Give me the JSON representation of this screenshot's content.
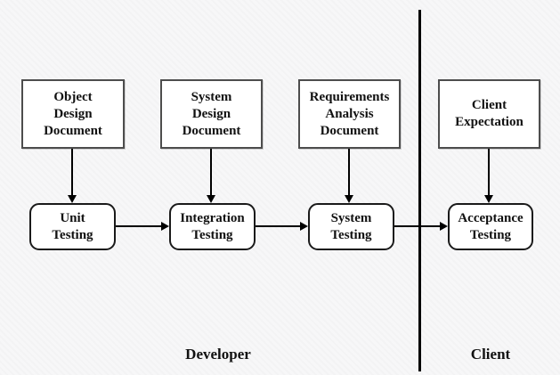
{
  "diagram": {
    "documents": [
      {
        "label": "Object\nDesign\nDocument"
      },
      {
        "label": "System\nDesign\nDocument"
      },
      {
        "label": "Requirements\nAnalysis\nDocument"
      },
      {
        "label": "Client\nExpectation"
      }
    ],
    "tests": [
      {
        "label": "Unit\nTesting"
      },
      {
        "label": "Integration\nTesting"
      },
      {
        "label": "System\nTesting"
      },
      {
        "label": "Acceptance\nTesting"
      }
    ],
    "zones": {
      "developer": "Developer",
      "client": "Client"
    },
    "colors": {
      "background": "#f7f7f8",
      "box_fill": "#ffffff",
      "doc_border": "#4d4d4d",
      "test_border": "#1a1a1a",
      "text": "#111111",
      "line": "#000000"
    }
  }
}
